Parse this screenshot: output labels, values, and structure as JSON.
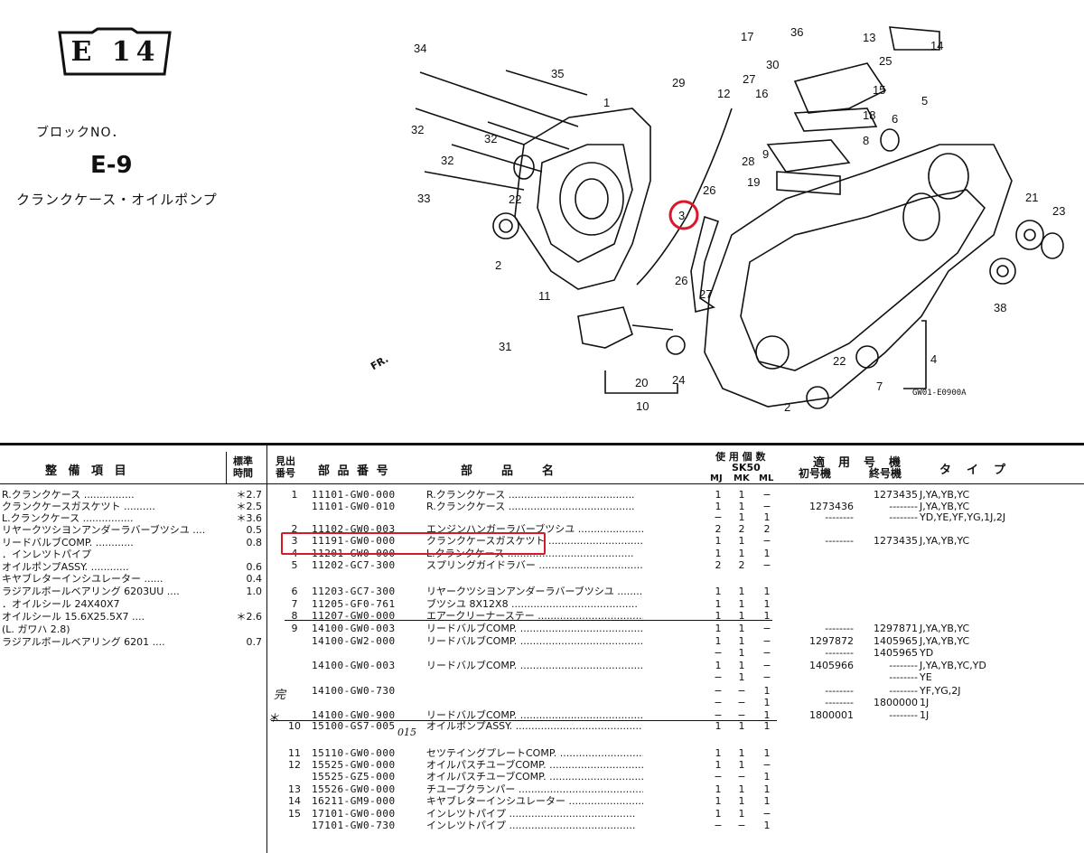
{
  "header": {
    "badge": "E 14",
    "block_label": "ブロックNO．",
    "block_no": "E-9",
    "block_title": "クランクケース・オイルポンプ"
  },
  "diagram": {
    "code": "GW01-E0900A",
    "fr": "FR.",
    "callouts": [
      "34",
      "35",
      "1",
      "32",
      "32",
      "32",
      "33",
      "22",
      "2",
      "17",
      "27",
      "16",
      "12",
      "29",
      "36",
      "13",
      "14",
      "30",
      "25",
      "15",
      "18",
      "5",
      "6",
      "28",
      "9",
      "8",
      "19",
      "26",
      "3",
      "26",
      "27",
      "21",
      "23",
      "38",
      "11",
      "31",
      "20",
      "10",
      "24",
      "22",
      "4",
      "7",
      "2"
    ],
    "circled_callout": "3",
    "highlight_color": "#d8182b"
  },
  "left_table": {
    "h_item": "整 備 項 目",
    "h_std1": "標準",
    "h_std2": "時間",
    "rows": [
      {
        "name": "R.クランクケース",
        "std": "＊2.7"
      },
      {
        "name": "クランクケースガスケツト",
        "std": "＊2.5"
      },
      {
        "name": "L.クランクケース",
        "std": "＊3.6"
      },
      {
        "name": "リヤークツシヨンアンダーラバーブツシユ",
        "std": "0.5"
      },
      {
        "name": "リードバルブCOMP.",
        "std": "0.8"
      },
      {
        "name": "．インレツトパイプ",
        "std": ""
      },
      {
        "name": "オイルポンプASSY.",
        "std": "0.6"
      },
      {
        "name": "キヤブレターインシユレーター",
        "std": "0.4"
      },
      {
        "name": "ラジアルボールベアリング 6203UU",
        "std": "1.0"
      },
      {
        "name": "．オイルシール 24X40X7",
        "std": ""
      },
      {
        "name": "オイルシール 15.6X25.5X7",
        "std": "＊2.6"
      },
      {
        "name": "(L. ガワハ 2.8)",
        "std": ""
      },
      {
        "name": "ラジアルボールベアリング 6201",
        "std": "0.7"
      }
    ]
  },
  "parts_table": {
    "h_ref1": "見出",
    "h_ref2": "番号",
    "h_pn": "部 品 番 号",
    "h_name": "部　　品　　名",
    "h_qty": "使 用 個 数",
    "h_sk": "SK50",
    "h_mj": "MJ",
    "h_mk": "MK",
    "h_ml": "ML",
    "h_apply": "適　用　号　機",
    "h_first": "初号機",
    "h_last": "終号機",
    "h_type": "タ　イ　プ",
    "rows": [
      {
        "ref": "1",
        "pn": "11101-GW0-000",
        "name": "R.クランクケース",
        "mj": "1",
        "mk": "1",
        "ml": "−",
        "first": "",
        "last": "1273435",
        "type": "J,YA,YB,YC"
      },
      {
        "ref": "",
        "pn": "11101-GW0-010",
        "name": "R.クランクケース",
        "mj": "1",
        "mk": "1",
        "ml": "−",
        "first": "1273436",
        "last": "--------",
        "type": "J,YA,YB,YC"
      },
      {
        "ref": "",
        "pn": "",
        "name": "",
        "mj": "−",
        "mk": "1",
        "ml": "1",
        "first": "--------",
        "last": "--------",
        "type": "YD,YE,YF,YG,1J,2J"
      },
      {
        "ref": "2",
        "pn": "11102-GW0-003",
        "name": "エンジンハンガーラバーブツシユ",
        "mj": "2",
        "mk": "2",
        "ml": "2",
        "first": "",
        "last": "",
        "type": ""
      },
      {
        "ref": "3",
        "pn": "11191-GW0-000",
        "name": "クランクケースガスケツト",
        "mj": "1",
        "mk": "1",
        "ml": "−",
        "first": "--------",
        "last": "1273435",
        "type": "J,YA,YB,YC"
      },
      {
        "ref": "4",
        "pn": "11201-GW0-000",
        "name": "L.クランクケース",
        "mj": "1",
        "mk": "1",
        "ml": "1",
        "first": "",
        "last": "",
        "type": ""
      },
      {
        "ref": "5",
        "pn": "11202-GC7-300",
        "name": "スプリングガイドラバー",
        "mj": "2",
        "mk": "2",
        "ml": "−",
        "first": "",
        "last": "",
        "type": ""
      },
      {
        "ref": "6",
        "pn": "11203-GC7-300",
        "name": "リヤークツシヨンアンダーラバーブツシユ",
        "mj": "1",
        "mk": "1",
        "ml": "1",
        "first": "",
        "last": "",
        "type": ""
      },
      {
        "ref": "7",
        "pn": "11205-GF0-761",
        "name": "ブツシユ 8X12X8",
        "mj": "1",
        "mk": "1",
        "ml": "1",
        "first": "",
        "last": "",
        "type": ""
      },
      {
        "ref": "8",
        "pn": "11207-GW0-000",
        "name": "エアークリーナーステー",
        "mj": "1",
        "mk": "1",
        "ml": "1",
        "first": "",
        "last": "",
        "type": ""
      },
      {
        "ref": "9",
        "pn": "14100-GW0-003",
        "name": "リードバルブCOMP.",
        "mj": "1",
        "mk": "1",
        "ml": "−",
        "first": "--------",
        "last": "1297871",
        "type": "J,YA,YB,YC"
      },
      {
        "ref": "",
        "pn": "14100-GW2-000",
        "name": "リードバルブCOMP.",
        "mj": "1",
        "mk": "1",
        "ml": "−",
        "first": "1297872",
        "last": "1405965",
        "type": "J,YA,YB,YC"
      },
      {
        "ref": "",
        "pn": "",
        "name": "",
        "mj": "−",
        "mk": "1",
        "ml": "−",
        "first": "--------",
        "last": "1405965",
        "type": "YD"
      },
      {
        "ref": "",
        "pn": "14100-GW0-003",
        "name": "リードバルブCOMP.",
        "mj": "1",
        "mk": "1",
        "ml": "−",
        "first": "1405966",
        "last": "--------",
        "type": "J,YA,YB,YC,YD"
      },
      {
        "ref": "",
        "pn": "",
        "name": "",
        "mj": "−",
        "mk": "1",
        "ml": "−",
        "first": "",
        "last": "--------",
        "type": "YE"
      },
      {
        "ref": "",
        "pn": "14100-GW0-730",
        "name": "",
        "mj": "−",
        "mk": "−",
        "ml": "1",
        "first": "--------",
        "last": "--------",
        "type": "YF,YG,2J"
      },
      {
        "ref": "",
        "pn": "",
        "name": "",
        "mj": "−",
        "mk": "−",
        "ml": "1",
        "first": "--------",
        "last": "1800000",
        "type": "1J"
      },
      {
        "ref": "",
        "pn": "14100-GW0-900",
        "name": "リードバルブCOMP.",
        "mj": "−",
        "mk": "−",
        "ml": "1",
        "first": "1800001",
        "last": "--------",
        "type": "1J"
      },
      {
        "ref": "10",
        "pn": "15100-GS7-005",
        "name": "オイルポンプASSY.",
        "mj": "1",
        "mk": "1",
        "ml": "1",
        "first": "",
        "last": "",
        "type": ""
      },
      {
        "ref": "11",
        "pn": "15110-GW0-000",
        "name": "セツテイングプレートCOMP.",
        "mj": "1",
        "mk": "1",
        "ml": "1",
        "first": "",
        "last": "",
        "type": ""
      },
      {
        "ref": "12",
        "pn": "15525-GW0-000",
        "name": "オイルパスチユーブCOMP.",
        "mj": "1",
        "mk": "1",
        "ml": "−",
        "first": "",
        "last": "",
        "type": ""
      },
      {
        "ref": "",
        "pn": "15525-GZ5-000",
        "name": "オイルパスチユーブCOMP.",
        "mj": "−",
        "mk": "−",
        "ml": "1",
        "first": "",
        "last": "",
        "type": ""
      },
      {
        "ref": "13",
        "pn": "15526-GW0-000",
        "name": "チユーブクランパー",
        "mj": "1",
        "mk": "1",
        "ml": "1",
        "first": "",
        "last": "",
        "type": ""
      },
      {
        "ref": "14",
        "pn": "16211-GM9-000",
        "name": "キヤブレターインシユレーター",
        "mj": "1",
        "mk": "1",
        "ml": "1",
        "first": "",
        "last": "",
        "type": ""
      },
      {
        "ref": "15",
        "pn": "17101-GW0-000",
        "name": "インレツトパイプ",
        "mj": "1",
        "mk": "1",
        "ml": "−",
        "first": "",
        "last": "",
        "type": ""
      },
      {
        "ref": "",
        "pn": "17101-GW0-730",
        "name": "インレツトパイプ",
        "mj": "−",
        "mk": "−",
        "ml": "1",
        "first": "",
        "last": "",
        "type": ""
      }
    ],
    "handwriting": {
      "note1": "完",
      "note2": "＊",
      "note3": "015"
    }
  }
}
